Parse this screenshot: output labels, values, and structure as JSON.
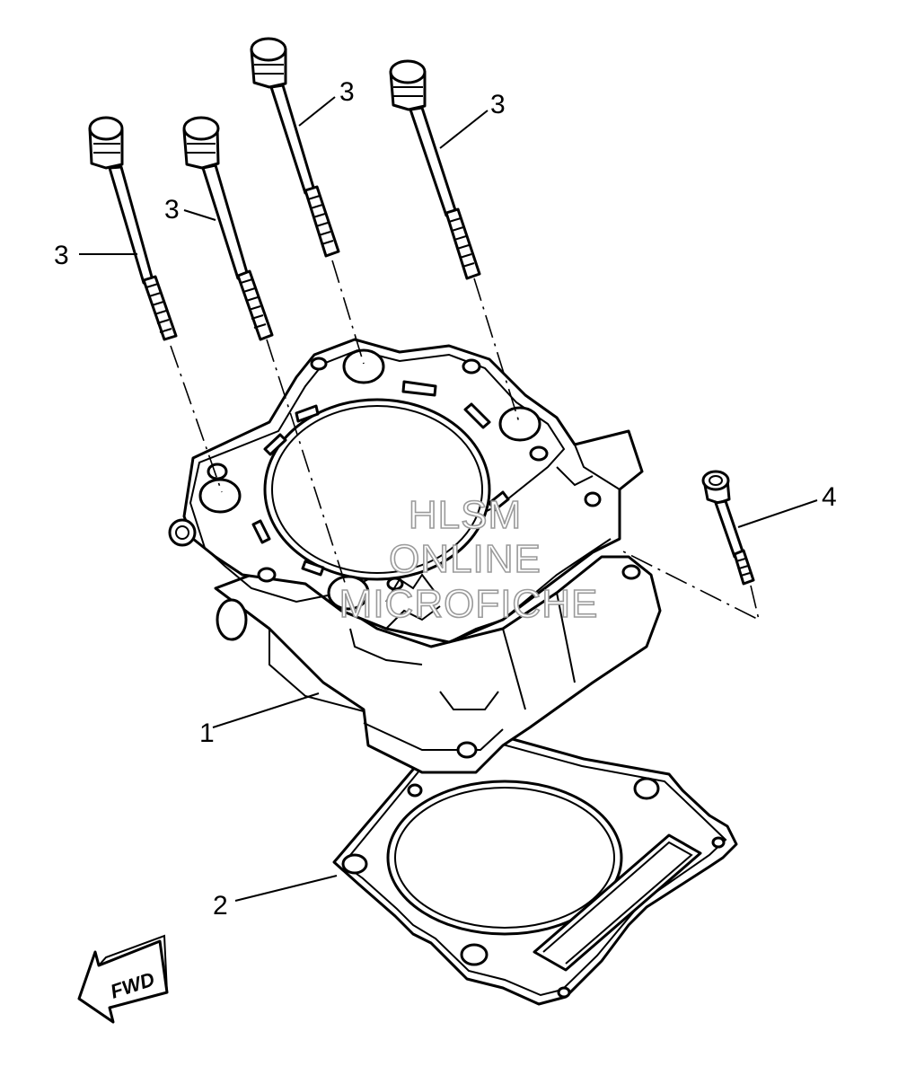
{
  "callouts": [
    {
      "id": "cylinder",
      "label": "1"
    },
    {
      "id": "gasket",
      "label": "2"
    },
    {
      "id": "bolt-a",
      "label": "3"
    },
    {
      "id": "bolt-b",
      "label": "3"
    },
    {
      "id": "bolt-c",
      "label": "3"
    },
    {
      "id": "bolt-d",
      "label": "3"
    },
    {
      "id": "small-bolt",
      "label": "4"
    }
  ],
  "fwd_arrow": {
    "label": "FWD"
  },
  "watermark": {
    "line1": "HLSM",
    "line2": "ONLINE",
    "line3": "MICROFICHE"
  }
}
